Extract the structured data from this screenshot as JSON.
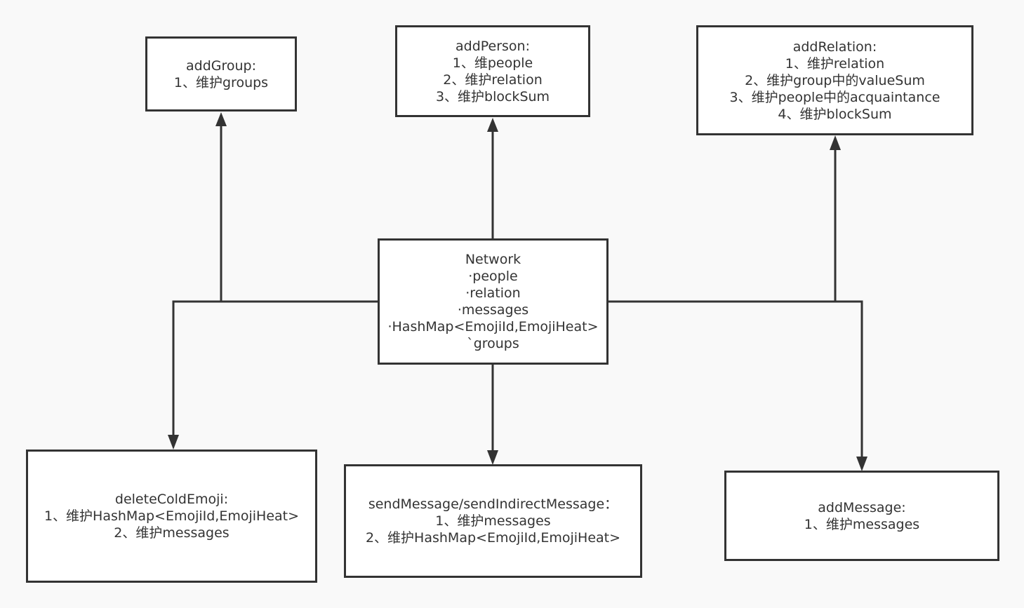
{
  "colors": {
    "background": "#f9f9f9",
    "stroke": "#333333",
    "box_fill": "#ffffff"
  },
  "nodes": {
    "addgroup": {
      "lines": [
        "addGroup:",
        "1、维护groups"
      ]
    },
    "addperson": {
      "lines": [
        "addPerson:",
        "1、维people",
        "2、维护relation",
        "3、维护blockSum"
      ]
    },
    "addrelation": {
      "lines": [
        "addRelation:",
        "1、维护relation",
        "2、维护group中的valueSum",
        "3、维护people中的acquaintance",
        "4、维护blockSum"
      ]
    },
    "network": {
      "lines": [
        "Network",
        "·people",
        "·relation",
        "·messages",
        "·HashMap<EmojiId,EmojiHeat>",
        "`groups"
      ]
    },
    "deletecoldemoji": {
      "lines": [
        "deleteColdEmoji:",
        "1、维护HashMap<EmojiId,EmojiHeat>",
        "2、维护messages"
      ]
    },
    "sendmessage": {
      "lines": [
        "sendMessage/sendIndirectMessage：",
        "1、维护messages",
        "2、维护HashMap<EmojiId,EmojiHeat>"
      ]
    },
    "addmessage": {
      "lines": [
        "addMessage:",
        "1、维护messages"
      ]
    }
  },
  "edges": [
    {
      "from": "network",
      "to": "addgroup"
    },
    {
      "from": "network",
      "to": "addperson"
    },
    {
      "from": "network",
      "to": "addrelation"
    },
    {
      "from": "network",
      "to": "deletecoldemoji"
    },
    {
      "from": "network",
      "to": "sendmessage"
    },
    {
      "from": "network",
      "to": "addmessage"
    }
  ]
}
